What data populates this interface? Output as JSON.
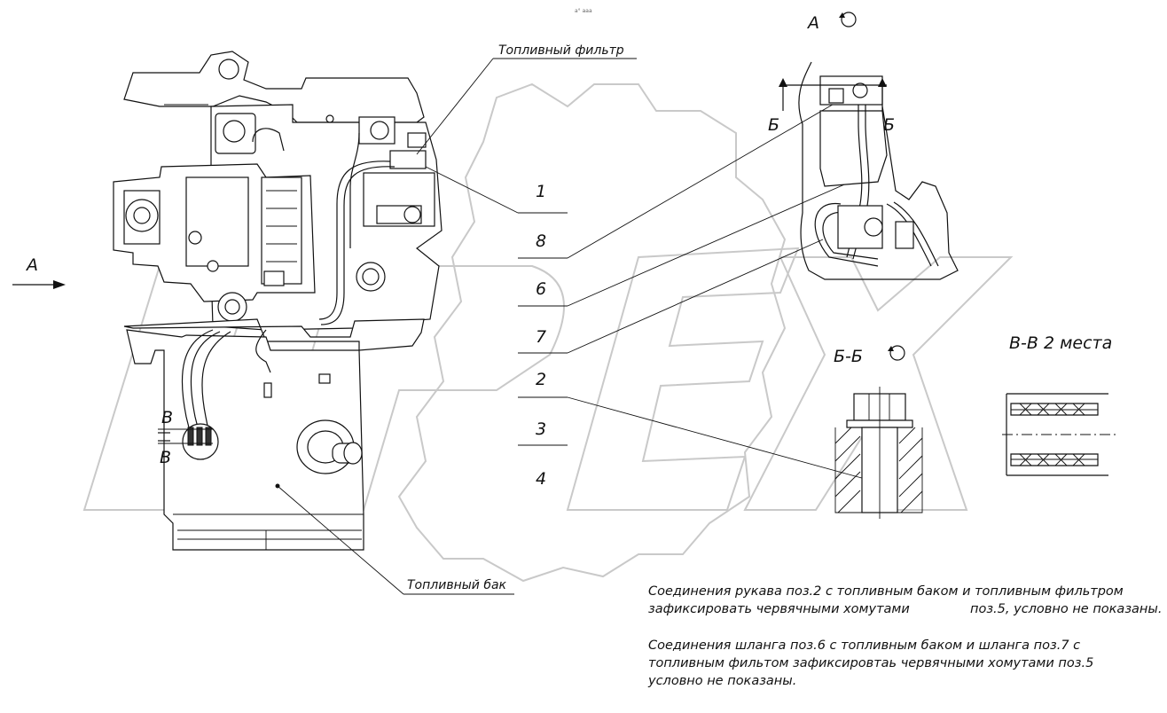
{
  "header": {
    "stamp": "а° ааа"
  },
  "callouts": {
    "fuel_filter": "Топливный фильтр",
    "fuel_tank": "Топливный бак"
  },
  "views": {
    "view_a_arrow": "А",
    "view_a_title": "А",
    "section_b_left": "Б",
    "section_b_right": "Б",
    "section_bb_title": "Б-Б",
    "section_vv_title": "В-В  2 места",
    "section_v_upper": "В",
    "section_v_lower": "В"
  },
  "positions": [
    "1",
    "8",
    "6",
    "7",
    "2",
    "3",
    "4"
  ],
  "notes": {
    "note1_line1": "Соединения рукава поз.2 с топливным баком и топливным фильтром",
    "note1_line2a": "зафиксировать червячными хомутами",
    "note1_line2b": "поз.5, условно не показаны.",
    "note2_line1": "Соединения шланга поз.6 с топливным баком и шланга поз.7 с",
    "note2_line2": "топливным фильтом  зафиксировтаь червячными хомутами поз.5",
    "note2_line3": "условно не показаны."
  },
  "watermark": {
    "text": "OPEX"
  }
}
